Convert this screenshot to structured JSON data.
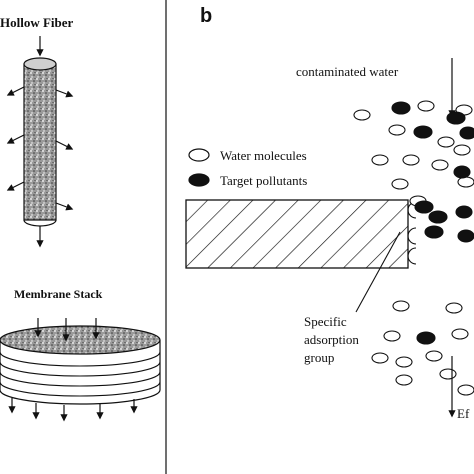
{
  "left_panel": {
    "hollow_fiber_label": "Hollow Fiber",
    "membrane_stack_label": "Membrane Stack"
  },
  "right_panel": {
    "panel_letter": "b",
    "inflow_label": "contaminated water",
    "legend": {
      "water_label": "Water molecules",
      "pollutant_label": "Target pollutants"
    },
    "adsorption_label_lines": [
      "Specific",
      "adsorption",
      "group"
    ],
    "outflow_label": "Ef"
  },
  "colors": {
    "ink": "#111111",
    "background": "#ffffff"
  }
}
